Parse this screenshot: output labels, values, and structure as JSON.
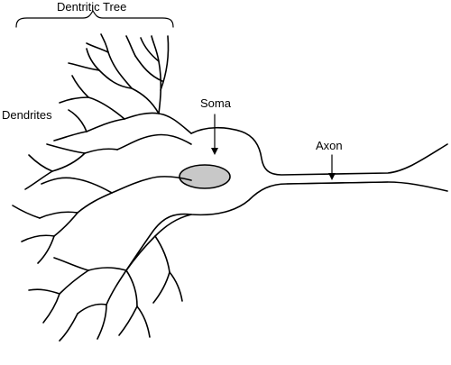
{
  "labels": {
    "dendritic_tree": "Dentritic Tree",
    "dendrites": "Dendrites",
    "soma": "Soma",
    "axon": "Axon"
  },
  "colors": {
    "line": "#000000",
    "nucleus_fill": "#c8c8c8",
    "background": "#ffffff"
  }
}
